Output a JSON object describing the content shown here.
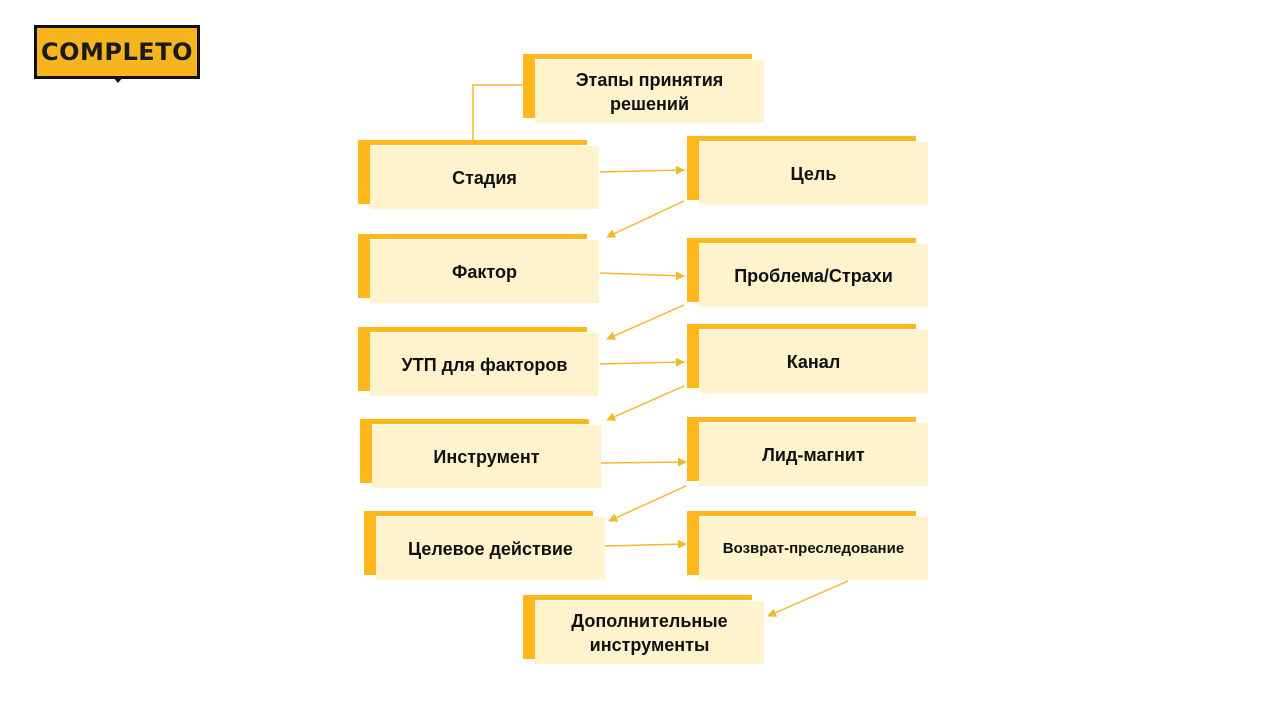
{
  "logo": {
    "text": "COMPLETO"
  },
  "colors": {
    "accent": "#ffb81c",
    "box_fill": "#fff3cd",
    "connector": "#f5b72b"
  },
  "nodes": {
    "root": "Этапы принятия решений",
    "stage": "Стадия",
    "goal": "Цель",
    "factor": "Фактор",
    "problem": "Проблема/Страхи",
    "usp": "УТП для факторов",
    "channel": "Канал",
    "tool": "Инструмент",
    "lead_magnet": "Лид-магнит",
    "target_action": "Целевое действие",
    "retargeting": "Возврат-преследование",
    "extra_tools": "Дополнительные инструменты"
  }
}
